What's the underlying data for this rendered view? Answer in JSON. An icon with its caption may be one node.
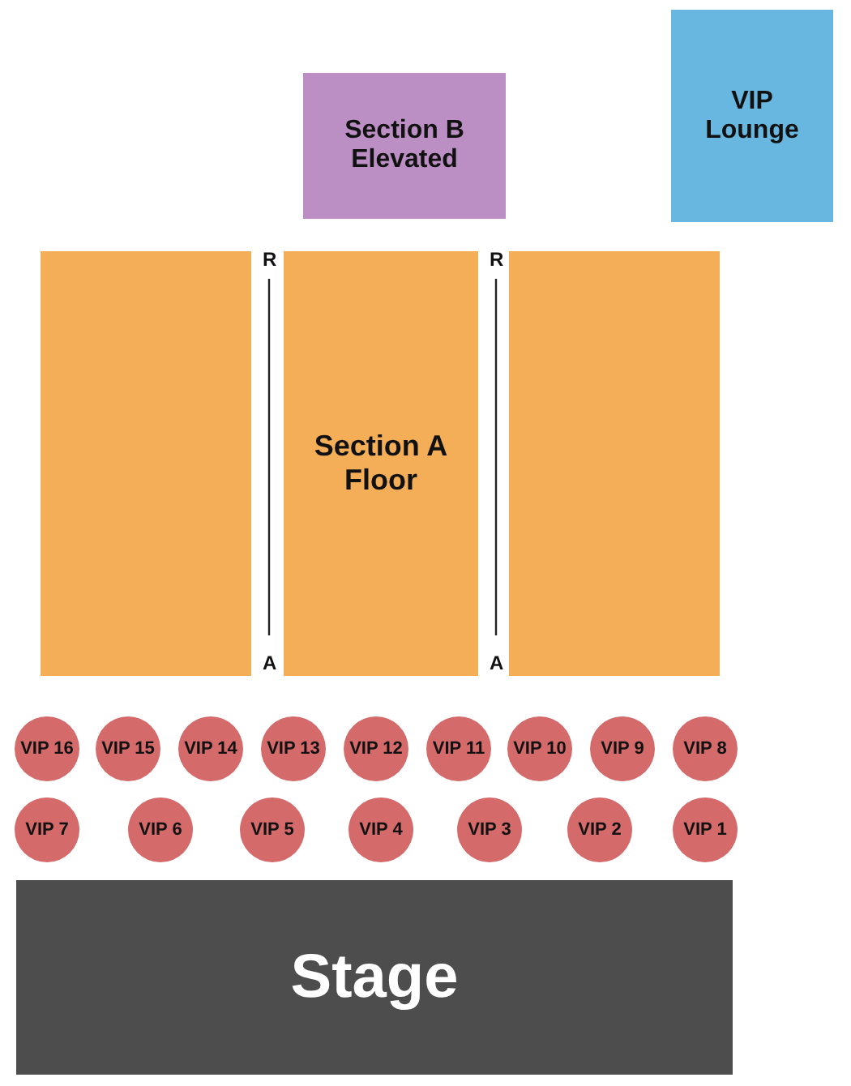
{
  "diagram": {
    "nodes": [
      {
        "text": [
          "Section B Elevated"
        ]
      },
      {
        "text": [
          "VIP Lounge"
        ]
      },
      {
        "text": [],
        "shape": "box"
      },
      {
        "text": [
          "Section A Floor"
        ]
      },
      {
        "text": [],
        "shape": "box"
      },
      {
        "text": [
          "VIP 16"
        ]
      },
      {
        "text": [
          "VIP 15"
        ]
      },
      {
        "text": [
          "VIP 14"
        ]
      },
      {
        "text": [
          "VIP 13"
        ]
      },
      {
        "text": [
          "VIP 12"
        ]
      },
      {
        "text": [
          "VIP 11"
        ]
      },
      {
        "text": [
          "VIP 10"
        ]
      },
      {
        "text": [
          "VIP 9"
        ]
      },
      {
        "text": [
          "VIP 8"
        ]
      },
      {
        "text": [
          "VIP 7"
        ]
      },
      {
        "text": [
          "VIP 6"
        ]
      },
      {
        "text": [
          "VIP 5"
        ]
      },
      {
        "text": [
          "VIP 4"
        ]
      },
      {
        "text": [
          "VIP 3"
        ]
      },
      {
        "text": [
          "VIP 2"
        ]
      },
      {
        "text": [
          "VIP 1"
        ]
      },
      {
        "text": [
          "Stage"
        ]
      }
    ],
    "edges": [],
    "labels": [
      "R",
      "R",
      "A",
      "A"
    ]
  }
}
